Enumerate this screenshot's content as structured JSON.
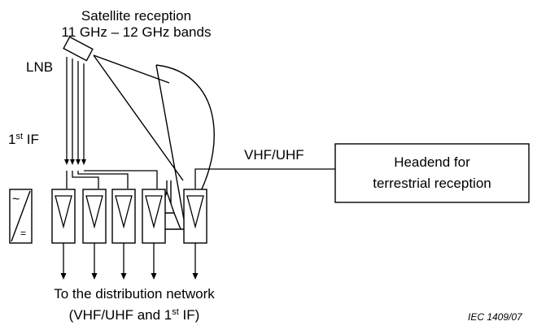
{
  "satellite": {
    "title_line1": "Satellite reception",
    "title_line2": "11 GHz – 12 GHz bands"
  },
  "lnb": {
    "label": "LNB"
  },
  "first_if": {
    "num": "1",
    "sup": "st",
    "text": " IF"
  },
  "vhf_uhf": {
    "label": "VHF/UHF"
  },
  "headend": {
    "line1": "Headend for",
    "line2": "terrestrial reception"
  },
  "power_supply": {
    "ac_symbol": "~",
    "dc_symbol": "="
  },
  "distribution": {
    "line1": "To the distribution network",
    "line2_a": "(VHF/UHF and 1",
    "line2_sup": "st",
    "line2_b": " IF)"
  },
  "credit": "IEC   1409/07"
}
